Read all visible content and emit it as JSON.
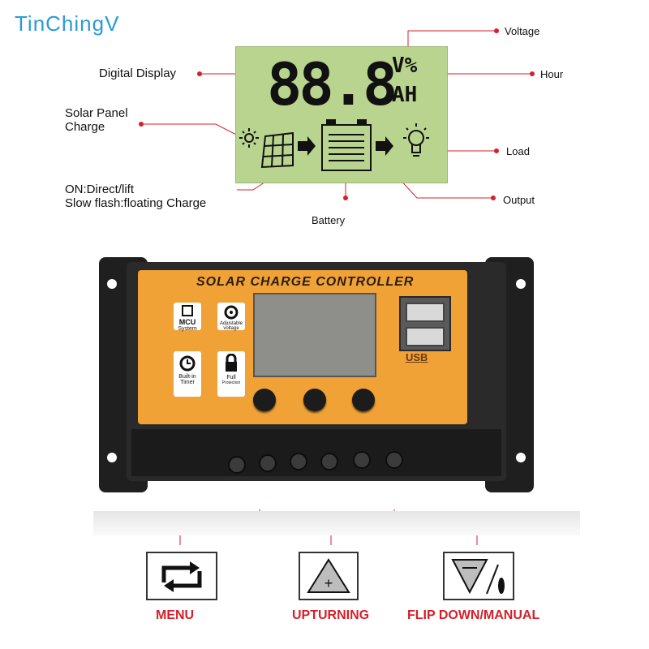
{
  "watermark": "TinChingV",
  "callouts": {
    "voltage": "Voltage",
    "hour": "Hour",
    "digital_display": "Digital Display",
    "solar_panel_line1": "Solar Panel",
    "solar_panel_line2": "Charge",
    "load": "Load",
    "on_direct_line1": "ON:Direct/lift",
    "on_direct_line2": "Slow flash:floating Charge",
    "output": "Output",
    "battery": "Battery"
  },
  "lcd": {
    "digits": "88.8",
    "unit_top": "V%",
    "unit_bottom": "AH"
  },
  "controller": {
    "title": "SOLAR CHARGE CONTROLLER",
    "tiles": [
      {
        "icon": "chip-icon",
        "line1": "MCU",
        "line2": "System"
      },
      {
        "icon": "gear-icon",
        "line1": "Adjustable",
        "line2": "voltage"
      },
      {
        "icon": "clock-icon",
        "line1": "Built-in",
        "line2": "Timer"
      },
      {
        "icon": "lock-icon",
        "line1": "Full",
        "line2": "Protection"
      }
    ],
    "usb_label": "USB"
  },
  "buttons": {
    "menu": "MENU",
    "upturning": "UPTURNING",
    "flip_down": "FLIP DOWN/MANUAL"
  },
  "colors": {
    "accent_red": "#d61f2a",
    "watermark_blue": "#2b9bd8",
    "lcd_green": "#b9d48e",
    "panel_orange": "#f0a237"
  }
}
